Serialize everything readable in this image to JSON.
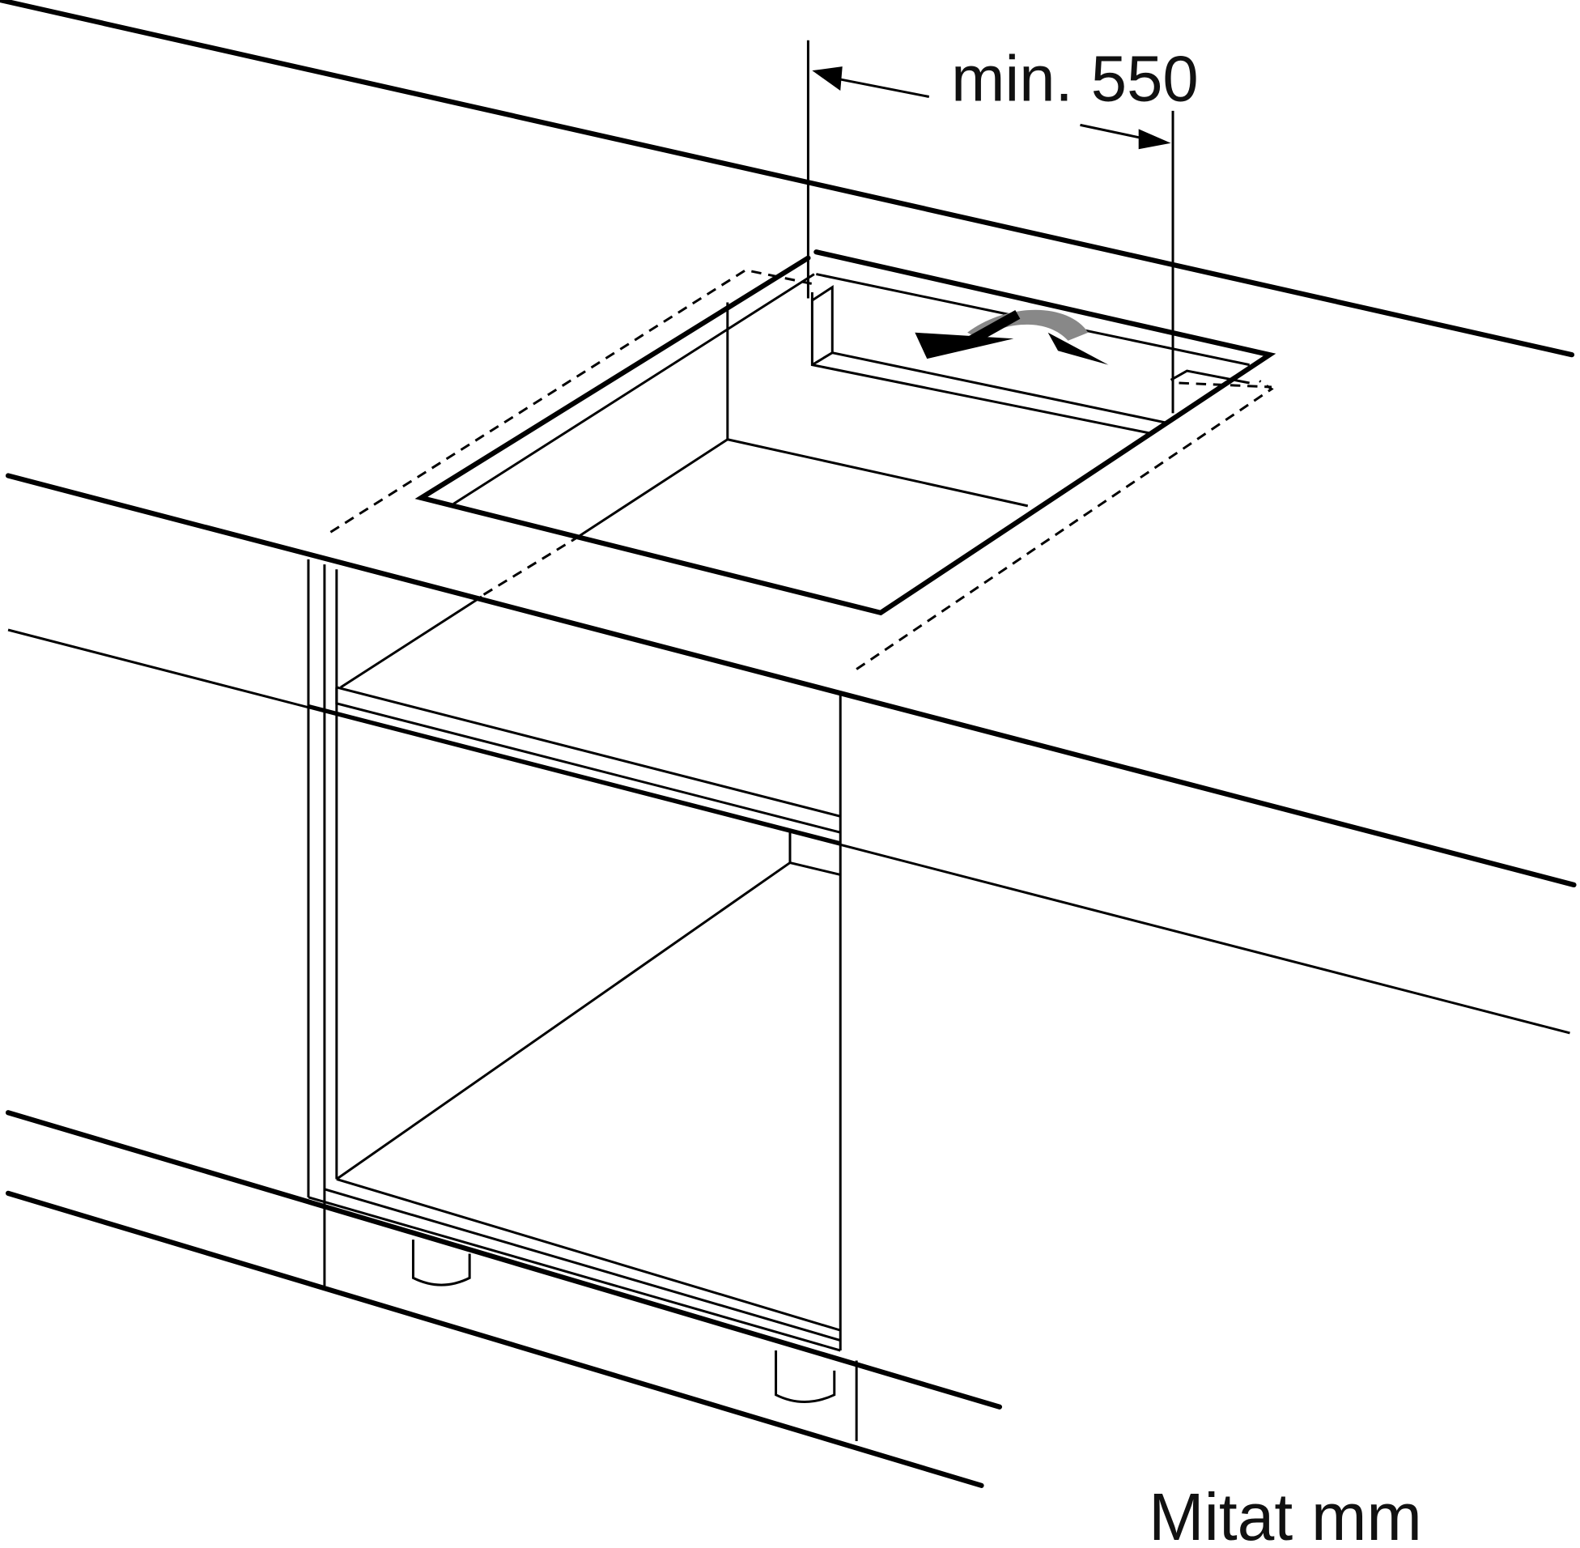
{
  "diagram": {
    "type": "installation-drawing",
    "subject": "hob cutout in worktop over base cabinet",
    "dimension_label": "min. 550",
    "units_label": "Mitat mm",
    "colors": {
      "line": "#000000",
      "rotation_arrow": "#888888",
      "background": "#ffffff"
    }
  }
}
